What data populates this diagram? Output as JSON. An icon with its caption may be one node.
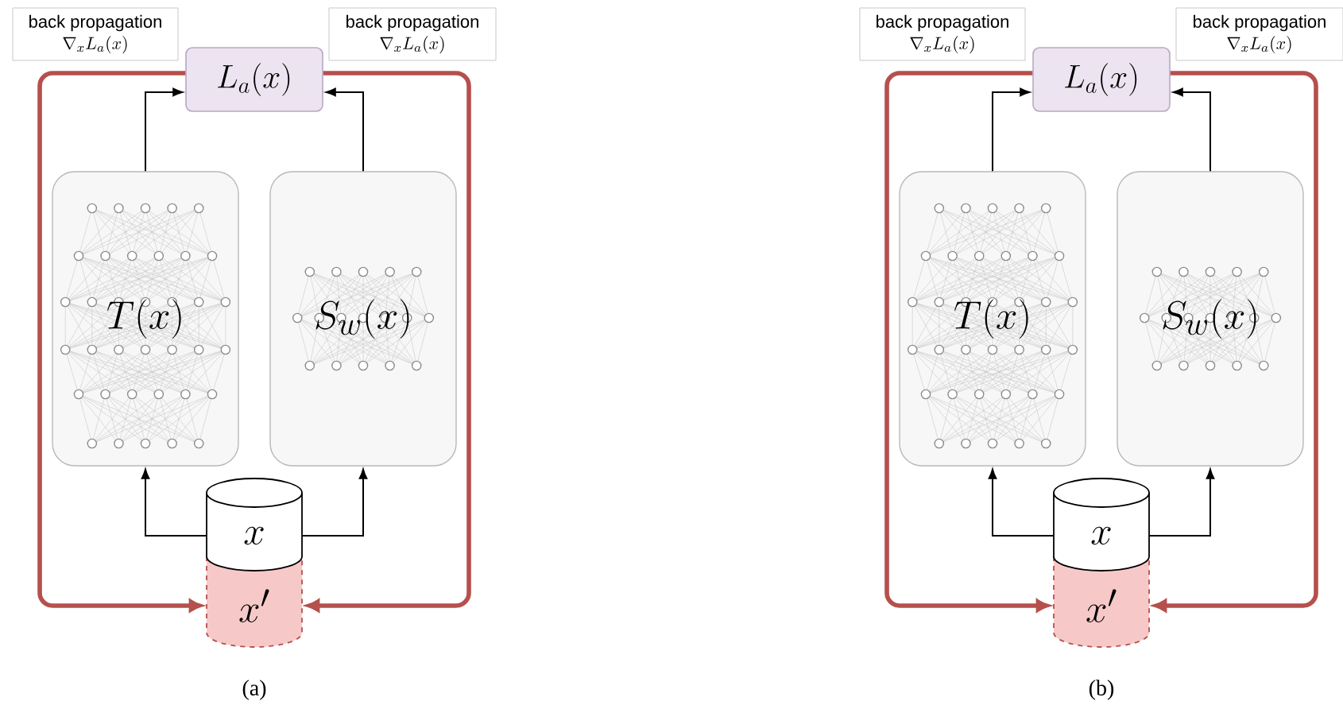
{
  "diagram": {
    "nodes": [
      {
        "text": [
          "back propagation",
          "\\nabla_x L_a(x)"
        ]
      },
      {
        "text": [
          "back propagation",
          "\\nabla_x L_a(x)"
        ]
      },
      {
        "text": [
          "L_a(x)"
        ]
      },
      {
        "text": [
          "T(x)"
        ]
      },
      {
        "text": [
          "S_w(x)"
        ]
      },
      {
        "text": [
          "x"
        ]
      },
      {
        "text": [
          "x'"
        ]
      },
      {
        "text": [
          "back propagation",
          "\\nabla_x L_a(x)"
        ]
      },
      {
        "text": [
          "back propagation",
          "\\nabla_x L_a(x)"
        ]
      },
      {
        "text": [
          "L_a(x)"
        ]
      },
      {
        "text": [
          "T(x)"
        ]
      },
      {
        "text": [
          "S_w(x)"
        ]
      },
      {
        "text": [
          "x"
        ]
      },
      {
        "text": [
          "x'"
        ]
      }
    ],
    "edges": [
      {
        "from": 3,
        "to": 2,
        "arrow": "to"
      },
      {
        "from": 4,
        "to": 2,
        "arrow": "to"
      },
      {
        "from": 5,
        "to": 3,
        "arrow": "to"
      },
      {
        "from": 5,
        "to": 4,
        "arrow": "to"
      },
      {
        "from": 2,
        "to": 6,
        "arrow": "to",
        "style": "thick",
        "color": "#b5504c"
      },
      {
        "from": 2,
        "to": 6,
        "arrow": "to",
        "style": "thick",
        "color": "#b5504c"
      },
      {
        "from": 10,
        "to": 9,
        "arrow": "to"
      },
      {
        "from": 11,
        "to": 9,
        "arrow": "to"
      },
      {
        "from": 12,
        "to": 10,
        "arrow": "to"
      },
      {
        "from": 12,
        "to": 11,
        "arrow": "to"
      },
      {
        "from": 9,
        "to": 13,
        "arrow": "to",
        "style": "thick",
        "color": "#b5504c"
      },
      {
        "from": 9,
        "to": 13,
        "arrow": "to",
        "style": "thick",
        "color": "#b5504c"
      }
    ],
    "labels": [
      "(a)",
      "(b)"
    ]
  }
}
